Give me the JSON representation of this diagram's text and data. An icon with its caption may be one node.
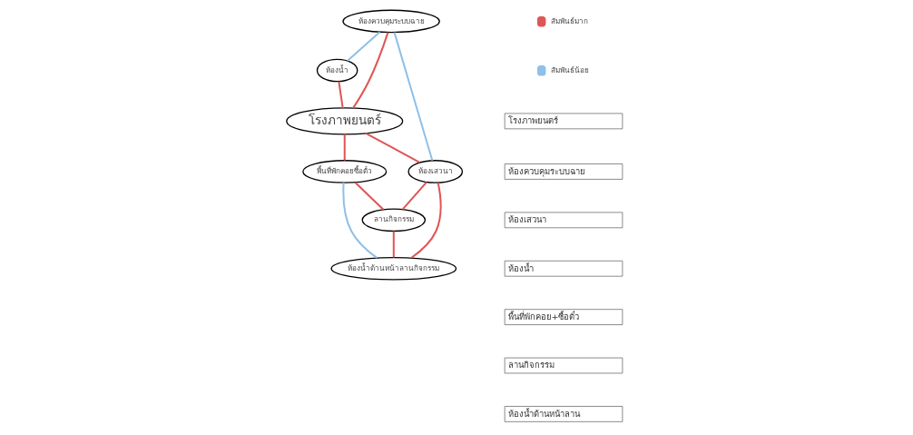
{
  "diagram": {
    "nodes": [
      {
        "text": [
          "ห้องควบคุมระบบฉาย"
        ]
      },
      {
        "text": [
          "ห้องน้ำ"
        ]
      },
      {
        "text": [
          "โรงภาพยนตร์"
        ]
      },
      {
        "text": [
          "พื้นที่พักคอยซื้อตั๋ว"
        ]
      },
      {
        "text": [
          "ลานกิจกรรม"
        ]
      },
      {
        "text": [
          "ห้องเสวนา"
        ]
      },
      {
        "text": [
          "ห้องน้ำด้านหน้าลานกิจกรรม"
        ]
      }
    ],
    "edges": [
      {
        "from": 0,
        "to": 1,
        "arrow": "none",
        "color": "#8fc0e8"
      },
      {
        "from": 0,
        "to": 2,
        "arrow": "none"
      },
      {
        "from": 0,
        "to": 5,
        "arrow": "none",
        "color": "#8fc0e8"
      },
      {
        "from": 1,
        "to": 2,
        "arrow": "none"
      },
      {
        "from": 2,
        "to": 3,
        "arrow": "none"
      },
      {
        "from": 2,
        "to": 5,
        "arrow": "none"
      },
      {
        "from": 3,
        "to": 4,
        "arrow": "none"
      },
      {
        "from": 3,
        "to": 6,
        "arrow": "none",
        "color": "#8fc0e8"
      },
      {
        "from": 5,
        "to": 4,
        "arrow": "none"
      },
      {
        "from": 5,
        "to": 6,
        "arrow": "none"
      },
      {
        "from": 4,
        "to": 6,
        "arrow": "none"
      }
    ],
    "labels": [
      "โรงภาพยนตร์",
      "ห้องควบคุมระบบฉาย",
      "ห้องเสวนา",
      "ห้องน้ำ",
      "พื้นที่พักคอย+ซื้อตั๋ว",
      "ลานกิจกรรม",
      "ห้องน้ำด้านหน้าลาน"
    ],
    "legend": [
      {
        "text": "สัมพันธ์มาก",
        "color": "#e05555"
      },
      {
        "text": "สัมพันธ์น้อย",
        "color": "#8fc0e8"
      }
    ]
  }
}
